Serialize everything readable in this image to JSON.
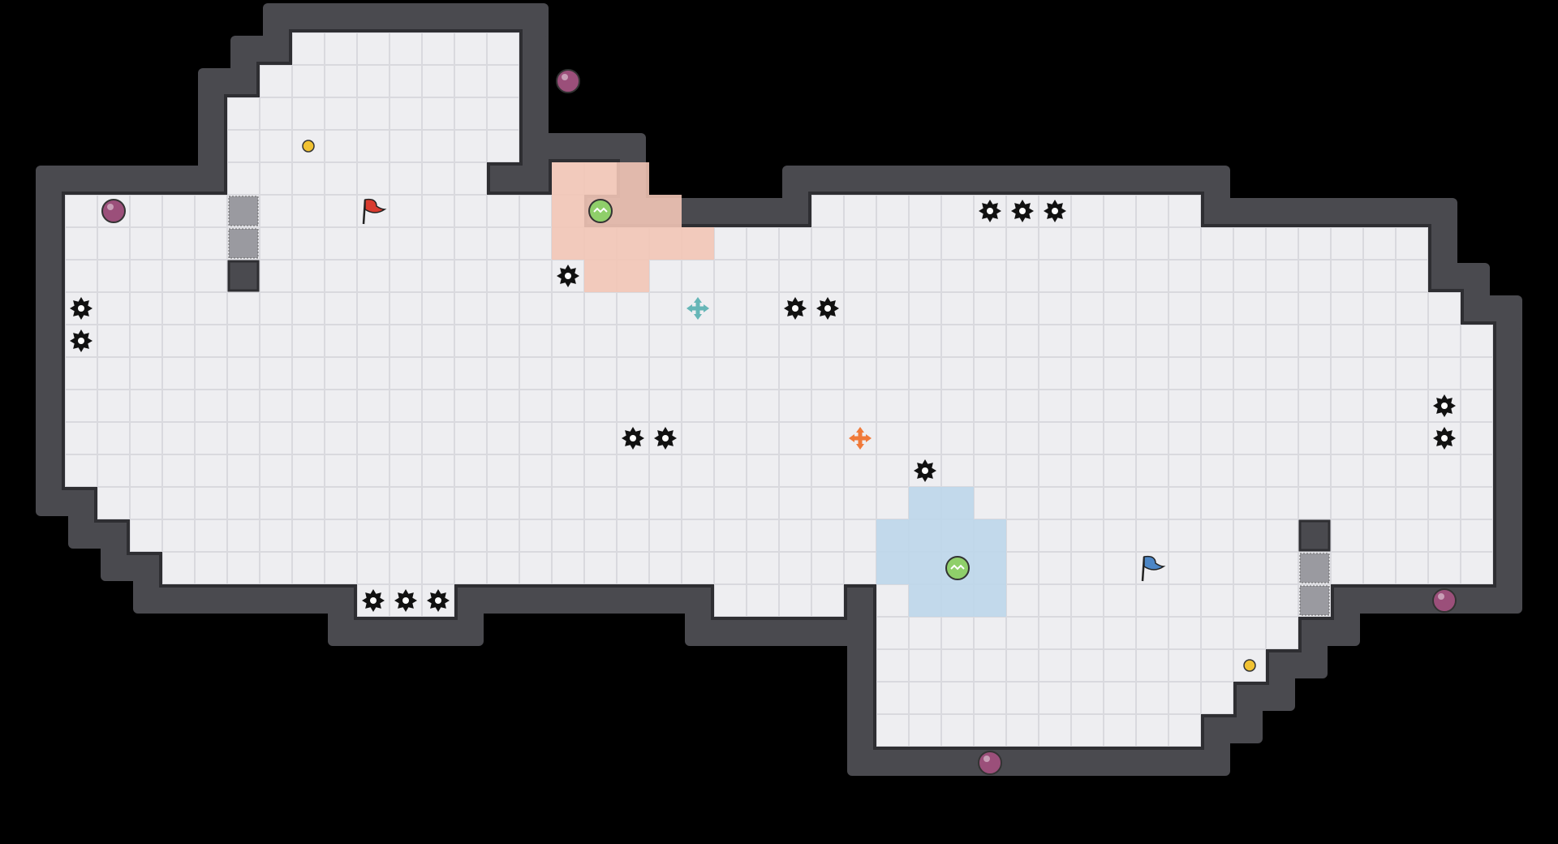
{
  "game": {
    "title": "",
    "map_kind": "capture-the-flag tile arena"
  },
  "colors": {
    "background": "#000000",
    "wall": "#4a4a4f",
    "wall_edge": "#2e2e32",
    "floor": "#eeeef1",
    "floor_grid": "#d9d9de",
    "red_zone": "#f2c5b6",
    "blue_zone": "#bcd6ea",
    "red_flag": "#d83b2f",
    "blue_flag": "#4c86c6",
    "bomb": "#9b4f7a",
    "boost_coin": "#f1c232",
    "powerup": "#8fcf6a",
    "spike": "#111111",
    "gate_dotted": "#9a9aa0",
    "red_portal": "#f07a3a",
    "teal_portal": "#66b6b7"
  },
  "entities": {
    "spikes_count": 16,
    "bombs_count": 4,
    "flags": [
      "red-flag",
      "blue-flag"
    ],
    "portals": [
      "teal-move",
      "orange-move"
    ],
    "powerups_count": 2,
    "boosts_count": 2,
    "gates_count": 4
  }
}
